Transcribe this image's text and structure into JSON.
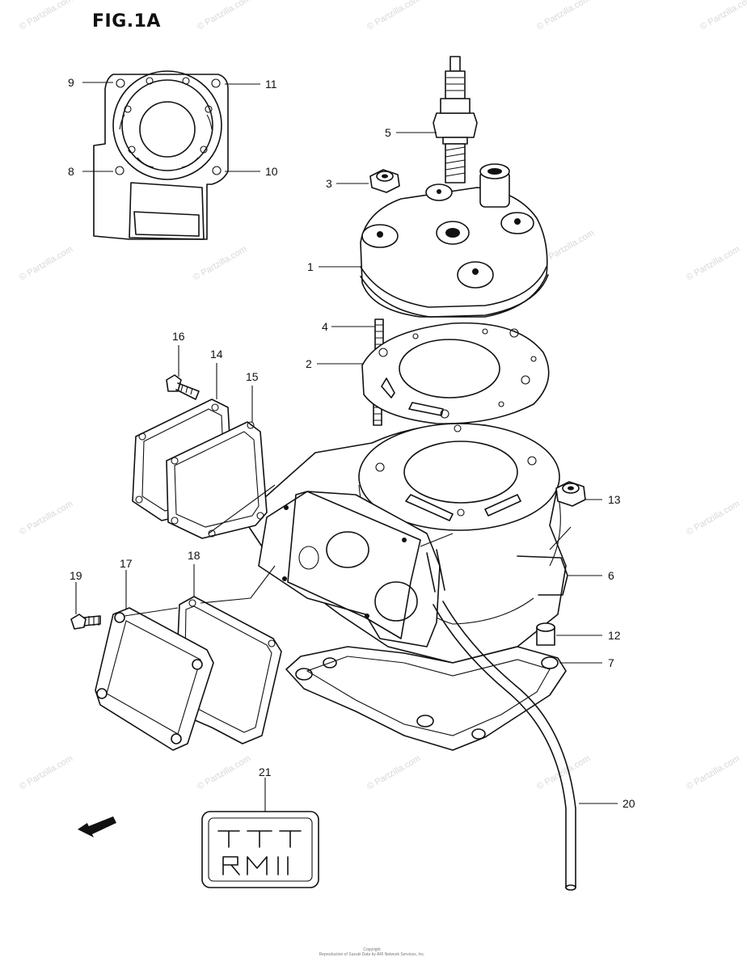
{
  "figure_title": "FIG.1A",
  "watermark_text": "© Partzilla.com",
  "callouts": [
    {
      "id": "1",
      "label": "1"
    },
    {
      "id": "2",
      "label": "2"
    },
    {
      "id": "3",
      "label": "3"
    },
    {
      "id": "4",
      "label": "4"
    },
    {
      "id": "5",
      "label": "5"
    },
    {
      "id": "6",
      "label": "6"
    },
    {
      "id": "7",
      "label": "7"
    },
    {
      "id": "8",
      "label": "8"
    },
    {
      "id": "9",
      "label": "9"
    },
    {
      "id": "10",
      "label": "10"
    },
    {
      "id": "11",
      "label": "11"
    },
    {
      "id": "12",
      "label": "12"
    },
    {
      "id": "13",
      "label": "13"
    },
    {
      "id": "14",
      "label": "14"
    },
    {
      "id": "15",
      "label": "15"
    },
    {
      "id": "16",
      "label": "16"
    },
    {
      "id": "17",
      "label": "17"
    },
    {
      "id": "18",
      "label": "18"
    },
    {
      "id": "19",
      "label": "19"
    },
    {
      "id": "20",
      "label": "20"
    },
    {
      "id": "21",
      "label": "21"
    }
  ],
  "fwd_label": "FWD",
  "emblem_text": "RM",
  "footer_lines": [
    "Copyright",
    "Reproduction of Suzuki Data by ARI Network Services, Inc."
  ],
  "colors": {
    "line": "#111111",
    "background": "#ffffff",
    "watermark": "#d8d8d8"
  }
}
